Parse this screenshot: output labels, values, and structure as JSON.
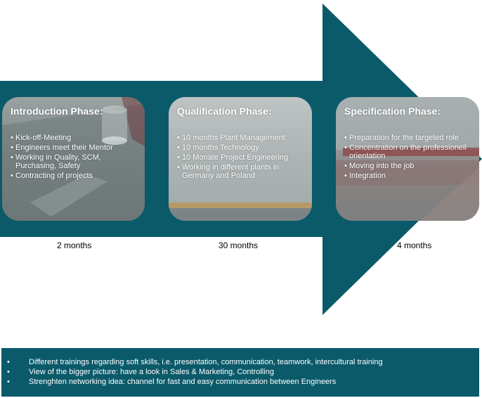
{
  "colors": {
    "arrow": "#0a5a6a",
    "footer": "#0a5a6a",
    "text_light": "#ffffff"
  },
  "phases": [
    {
      "title": "Introduction Phase:",
      "items": [
        "Kick-off-Meeting",
        "Engineers meet their Mentor",
        "Working in Quality, SCM, Purchasing, Safety",
        "Contracting of projects"
      ],
      "duration": "2 months"
    },
    {
      "title": "Qualification Phase:",
      "items": [
        "10 months Plant Management",
        "10 months Technology",
        "10 Monate Project Engineering",
        "Working in different plants in Germany and Poland"
      ],
      "duration": "30 months"
    },
    {
      "title": "Specification Phase:",
      "items": [
        "Preparation for the targeted role",
        "Concentration on the professionell orientation",
        "Moving into the job",
        "Integration"
      ],
      "duration": "4 months"
    }
  ],
  "footer": {
    "items": [
      "Different trainings regarding soft skills, i.e. presentation, communication, teamwork, intercultural training",
      "View of the bigger picture: have a look in Sales & Marketing, Controlling",
      "Strenghten networking idea: channel for fast and easy communication between Engineers"
    ]
  }
}
